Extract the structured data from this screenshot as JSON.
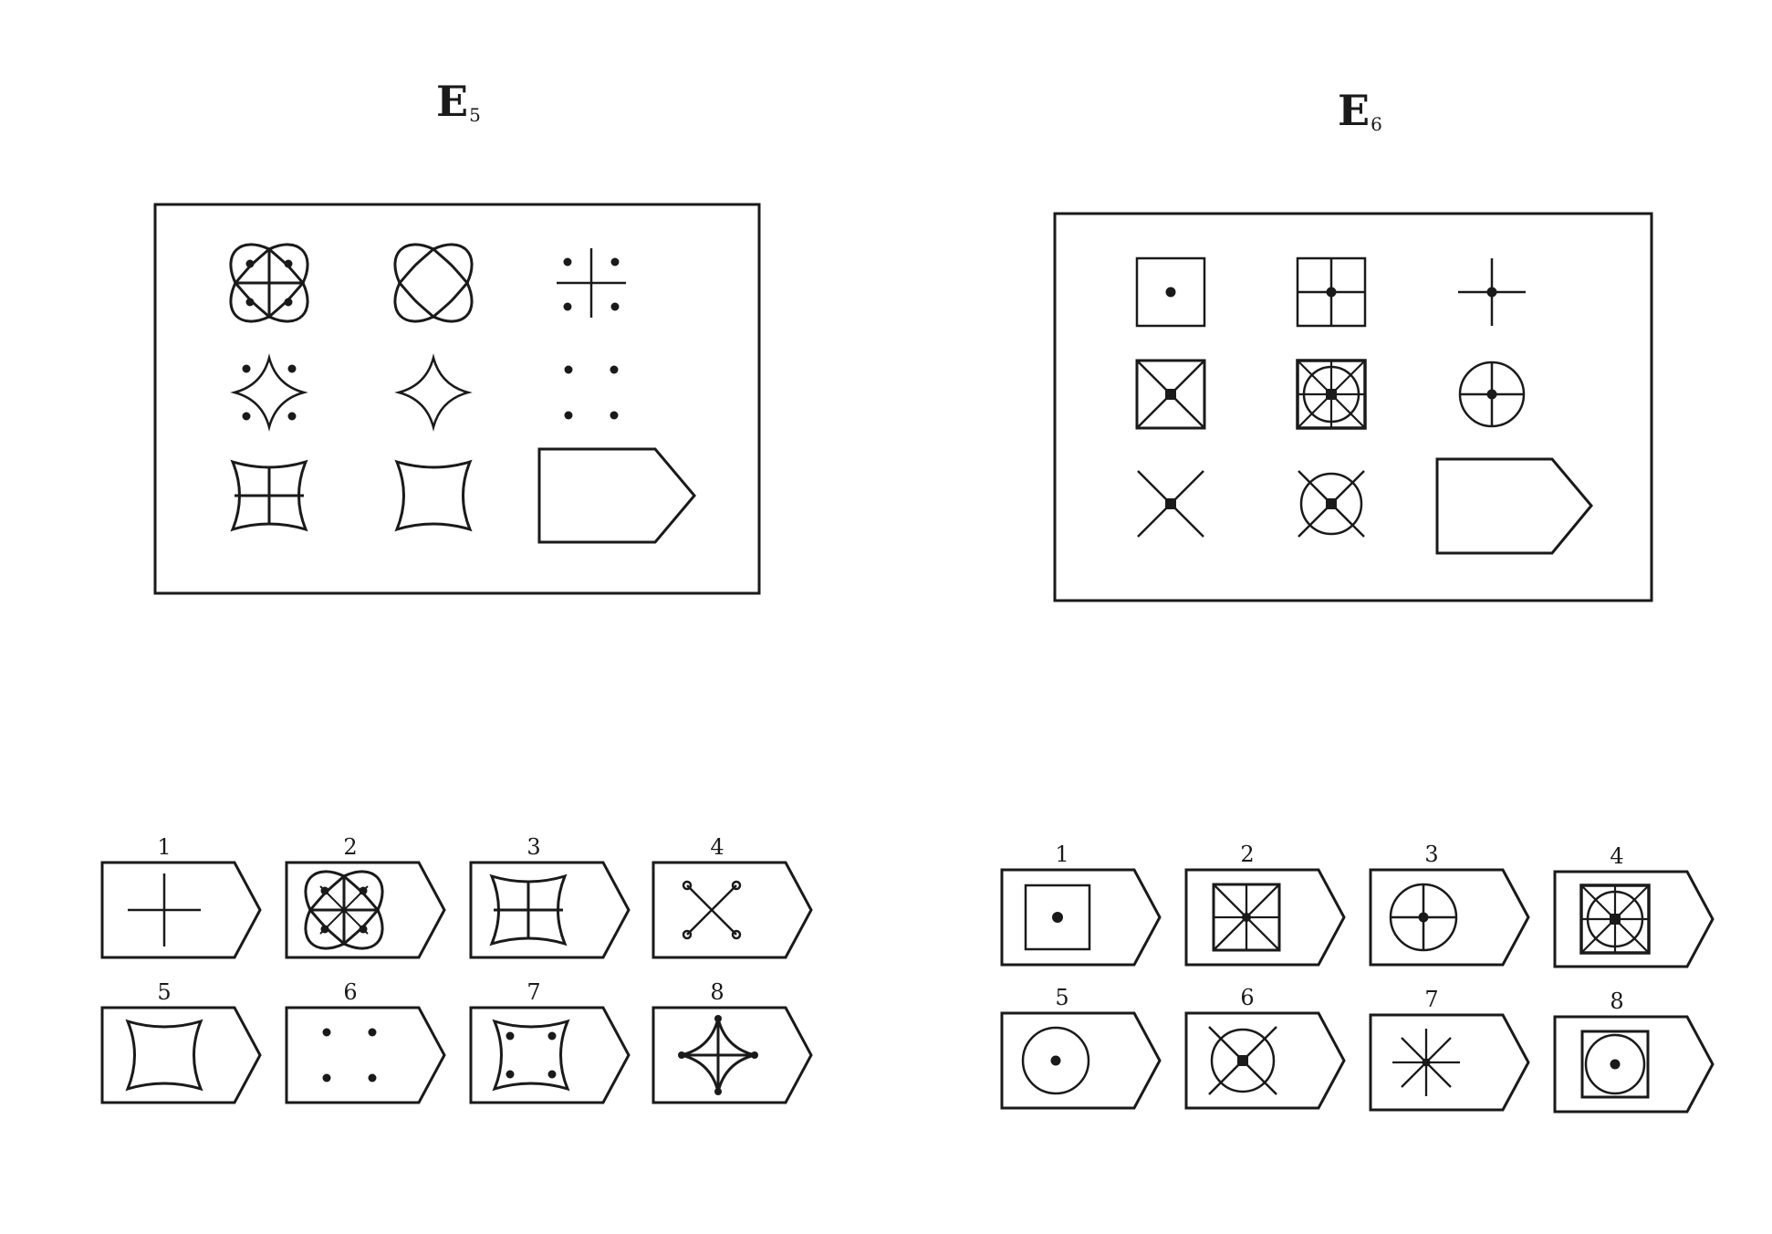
{
  "puzzles": [
    {
      "title": "E",
      "subscript": "5",
      "answers": [
        {
          "number": "1",
          "glyph": "cross"
        },
        {
          "number": "2",
          "glyph": "flower-cross-dots"
        },
        {
          "number": "3",
          "glyph": "quatrefoil-cross"
        },
        {
          "number": "4",
          "glyph": "x-with-dots"
        },
        {
          "number": "5",
          "glyph": "quatrefoil"
        },
        {
          "number": "6",
          "glyph": "four-dots"
        },
        {
          "number": "7",
          "glyph": "quatrefoil-dots"
        },
        {
          "number": "8",
          "glyph": "star-cross"
        }
      ]
    },
    {
      "title": "E",
      "subscript": "6",
      "answers": [
        {
          "number": "1",
          "glyph": "square-dot"
        },
        {
          "number": "2",
          "glyph": "square-star"
        },
        {
          "number": "3",
          "glyph": "circle-cross"
        },
        {
          "number": "4",
          "glyph": "square-circle-star"
        },
        {
          "number": "5",
          "glyph": "circle-dot"
        },
        {
          "number": "6",
          "glyph": "circle-x"
        },
        {
          "number": "7",
          "glyph": "star-burst"
        },
        {
          "number": "8",
          "glyph": "square-circle-dot"
        }
      ]
    }
  ]
}
